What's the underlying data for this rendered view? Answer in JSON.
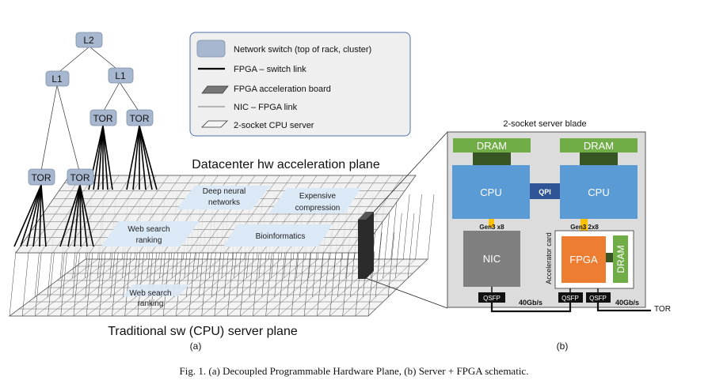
{
  "legend": {
    "items": [
      {
        "label": "Network switch (top of rack, cluster)"
      },
      {
        "label": "FPGA – switch link"
      },
      {
        "label": "FPGA acceleration board"
      },
      {
        "label": "NIC – FPGA link"
      },
      {
        "label": "2-socket CPU server"
      }
    ]
  },
  "tree": {
    "root": "L2",
    "mid_left": "L1",
    "mid_right": "L1",
    "tor_top_left": "TOR",
    "tor_top_right": "TOR",
    "tor_low_left": "TOR",
    "tor_low_right": "TOR"
  },
  "planes": {
    "upper_title": "Datacenter hw acceleration plane",
    "lower_title": "Traditional sw (CPU) server plane",
    "upper_regions": [
      {
        "line1": "Deep neural",
        "line2": "networks"
      },
      {
        "line1": "Expensive",
        "line2": "compression"
      },
      {
        "line1": "Web search",
        "line2": "ranking"
      },
      {
        "line1": "Bioinformatics",
        "line2": ""
      }
    ],
    "lower_region": {
      "line1": "Web search",
      "line2": "ranking"
    }
  },
  "blade": {
    "title": "2-socket server blade",
    "dram_left": "DRAM",
    "dram_right": "DRAM",
    "cpu_left": "CPU",
    "cpu_right": "CPU",
    "qpi": "QPI",
    "gen3_x8": "Gen3 x8",
    "gen3_2x8": "Gen3 2x8",
    "nic": "NIC",
    "fpga": "FPGA",
    "accel_card": "Accelerator card",
    "fpga_dram": "DRAM",
    "qsfp_1": "QSFP",
    "qsfp_2": "QSFP",
    "qsfp_3": "QSFP",
    "link_1": "40Gb/s",
    "link_2": "40Gb/s",
    "tor": "TOR"
  },
  "labels": {
    "a": "(a)",
    "b": "(b)"
  },
  "caption": "Fig. 1.  (a) Decoupled Programmable Hardware Plane, (b) Server + FPGA schematic.",
  "colors": {
    "switch_fill": "#a7b7cf",
    "region_fill": "#dbe8f6",
    "cpu_blue": "#5b9bd5",
    "qpi_blue": "#2f5597",
    "dram_green": "#70ad47",
    "dram_dark": "#375623",
    "nic_gray": "#7f7f7f",
    "fpga_orange": "#ed7d31",
    "link_yellow": "#ffc000"
  }
}
